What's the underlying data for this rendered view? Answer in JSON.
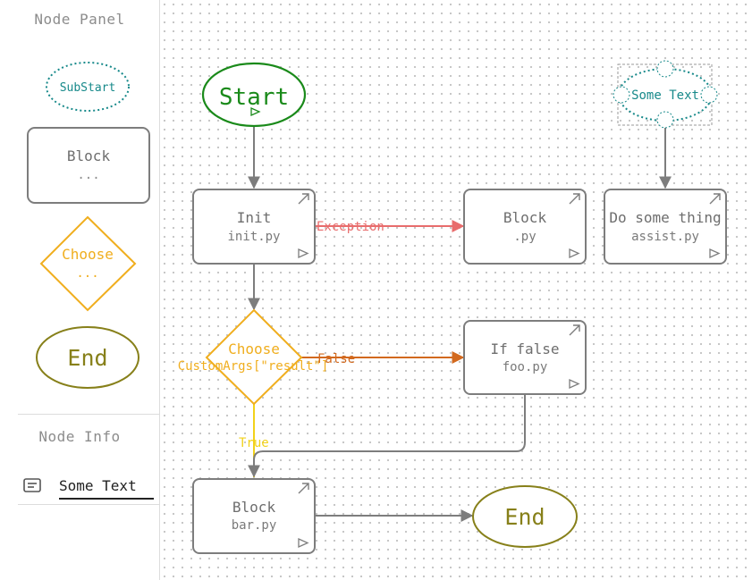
{
  "panel": {
    "title": "Node Panel",
    "items": {
      "substart": "SubStart",
      "block": {
        "title": "Block",
        "sub": "..."
      },
      "choose": {
        "title": "Choose",
        "sub": "..."
      },
      "end": "End"
    }
  },
  "info": {
    "title": "Node Info",
    "value": "Some Text"
  },
  "diagram": {
    "start": "Start",
    "substart": "Some Text",
    "init": {
      "title": "Init",
      "sub": "init.py"
    },
    "block_top": {
      "title": "Block",
      "sub": ".py"
    },
    "assist": {
      "title": "Do some thing",
      "sub": "assist.py"
    },
    "choose": {
      "title": "Choose",
      "sub": "CustomArgs[\"result\"]"
    },
    "iffalse": {
      "title": "If false",
      "sub": "foo.py"
    },
    "block_bar": {
      "title": "Block",
      "sub": "bar.py"
    },
    "end": "End",
    "edges": {
      "exception": "Exception",
      "false": "False",
      "true": "True"
    }
  },
  "colors": {
    "start": "#1a8a1a",
    "substart": "#17898a",
    "block": "#7d7d7d",
    "choose": "#f0ae1e",
    "end": "#87801a",
    "exception": "#e86c6c",
    "false": "#d2691e",
    "true": "#f2d21a"
  }
}
